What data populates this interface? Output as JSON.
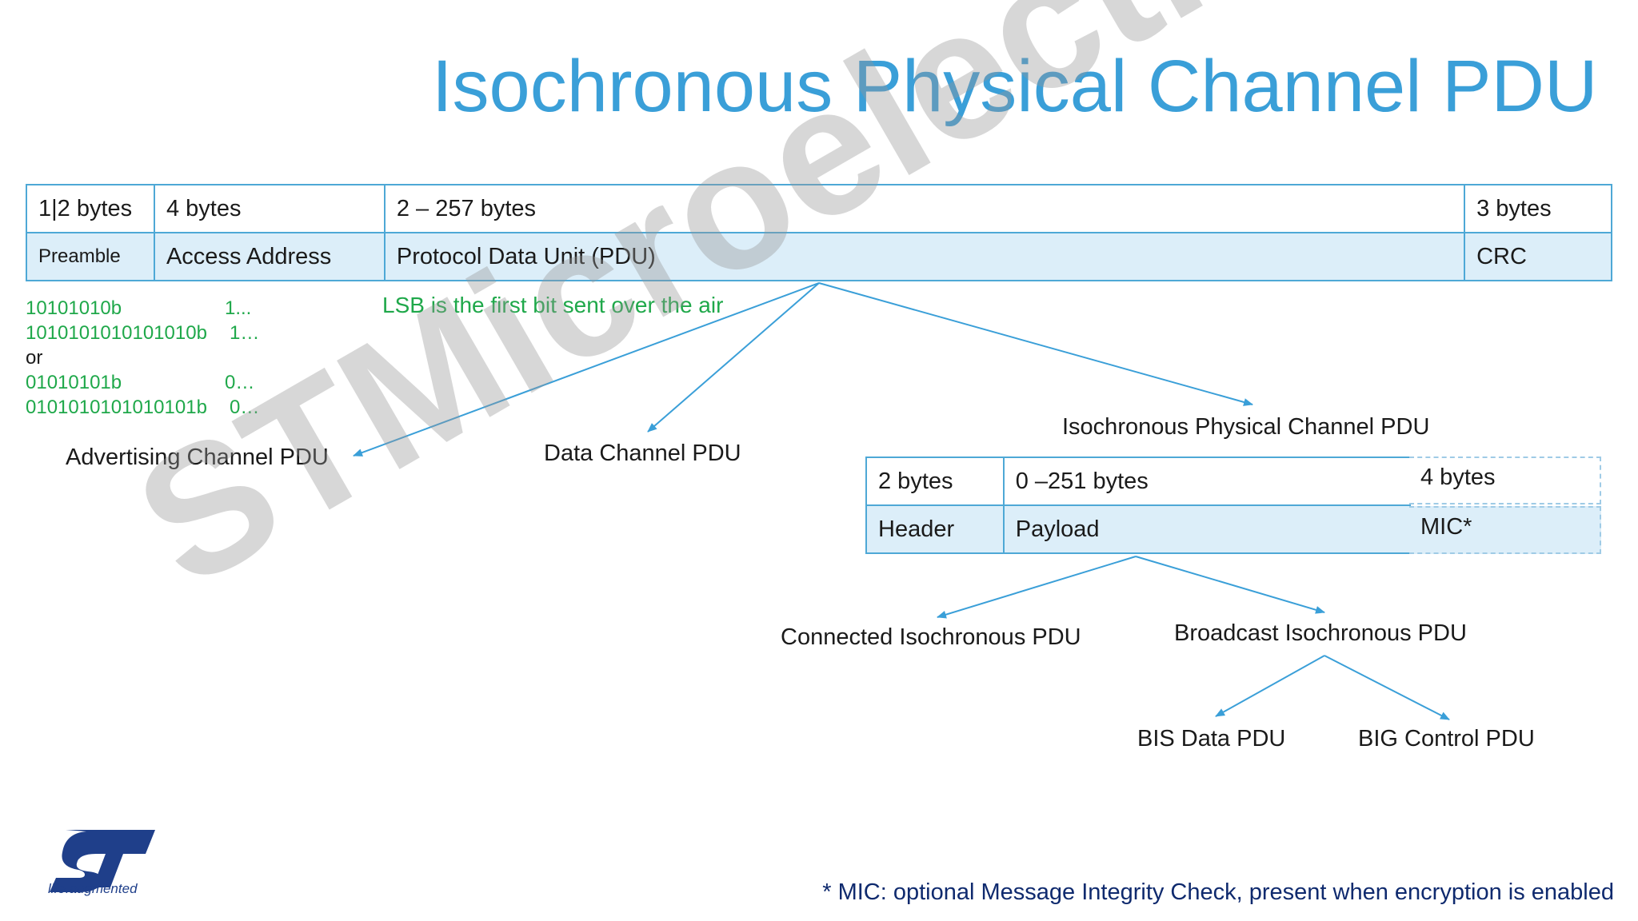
{
  "title": "Isochronous Physical Channel PDU",
  "main_frame": {
    "bytes": [
      "1|2 bytes",
      "4 bytes",
      "2 – 257 bytes",
      "3 bytes"
    ],
    "fields": [
      "Preamble",
      "Access Address",
      "Protocol Data Unit (PDU)",
      "CRC"
    ]
  },
  "preamble_patterns": {
    "line1_bits": "10101010b",
    "line1_val": "1...",
    "line2_bits": "1010101010101010b",
    "line2_val": "1…",
    "or": "or",
    "line3_bits": "01010101b",
    "line3_val": "0…",
    "line4_bits": "0101010101010101b",
    "line4_val": "0…"
  },
  "lsb_note": "LSB is the first bit sent over the air",
  "pdu_types": {
    "advertising": "Advertising Channel PDU",
    "data": "Data Channel PDU",
    "isochronous": "Isochronous Physical Channel PDU"
  },
  "iso_frame": {
    "bytes": [
      "2 bytes",
      "0 –251 bytes"
    ],
    "fields": [
      "Header",
      "Payload"
    ],
    "mic_bytes": "4 bytes",
    "mic_field": "MIC*"
  },
  "iso_types": {
    "connected": "Connected Isochronous PDU",
    "broadcast": "Broadcast Isochronous PDU"
  },
  "broadcast_types": {
    "bis": "BIS Data PDU",
    "big": "BIG Control PDU"
  },
  "watermark": "STMicroelectronics",
  "footnote": "* MIC: optional Message Integrity Check, present when encryption is enabled",
  "logo": {
    "tagline": "life.augmented"
  },
  "colors": {
    "title": "#3a9fd8",
    "frame_border": "#4ea8d6",
    "field_fill": "#dceef9",
    "green_text": "#1fa84a",
    "footnote": "#0f2a6e",
    "logo": "#1f3f8a"
  }
}
